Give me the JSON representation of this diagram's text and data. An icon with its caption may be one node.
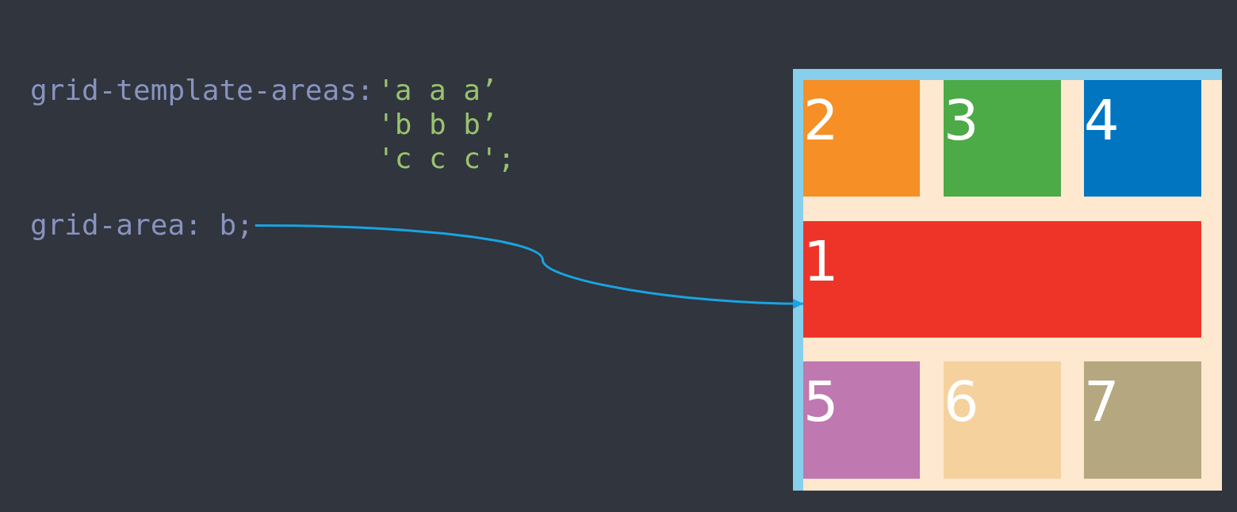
{
  "diagram": {
    "nodes": [
      {
        "text": [
          "grid-area: b;"
        ]
      },
      {
        "text": [],
        "shape": "box"
      },
      {
        "text": [
          "2"
        ],
        "in": 1
      },
      {
        "text": [
          "3"
        ],
        "in": 1
      },
      {
        "text": [
          "4"
        ],
        "in": 1
      },
      {
        "text": [
          "1"
        ],
        "in": 1
      },
      {
        "text": [
          "5"
        ],
        "in": 1
      },
      {
        "text": [
          "6"
        ],
        "in": 1
      },
      {
        "text": [
          "7"
        ],
        "in": 1
      }
    ],
    "edges": [
      {
        "from": 0,
        "to": 5,
        "arrow": "to"
      }
    ],
    "labels": [
      "grid-template-areas:",
      "'a a a’",
      "'b b b’",
      "'c c c';"
    ]
  }
}
